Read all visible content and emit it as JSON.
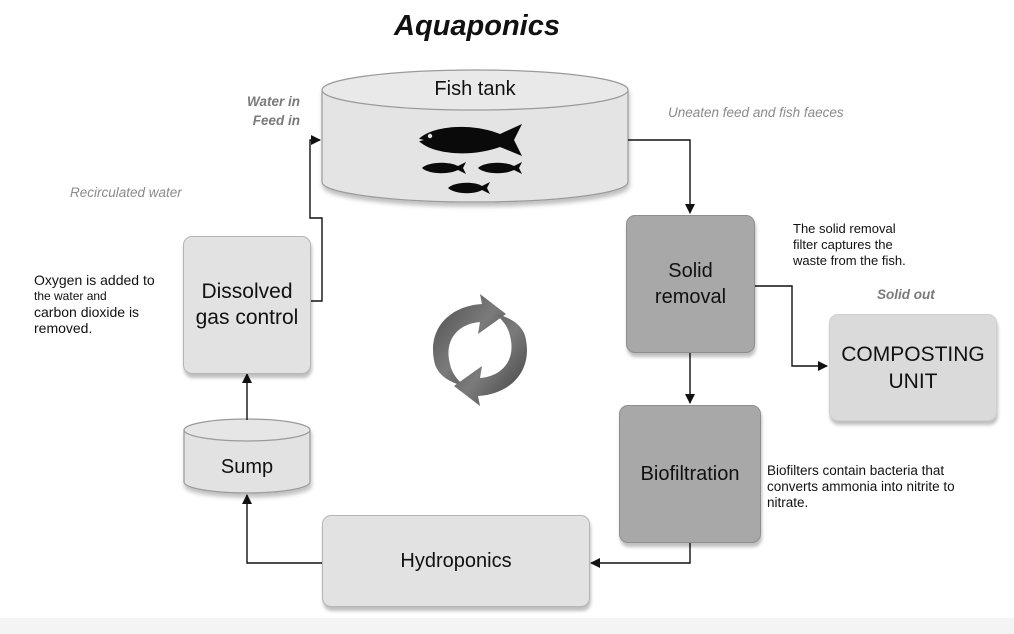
{
  "title": "Aquaponics",
  "colors": {
    "light_box": "#e2e2e2",
    "dark_box": "#a8a8a8",
    "compost_box": "#dadada",
    "annotation_grey": "#8a8a8a",
    "line": "#111111"
  },
  "nodes": {
    "fish_tank": {
      "label": "Fish tank",
      "shape": "cylinder",
      "icon": "fish-icon"
    },
    "solid_removal": {
      "label_line1": "Solid",
      "label_line2": "removal",
      "shape": "rounded-rect"
    },
    "biofiltration": {
      "label": "Biofiltration",
      "shape": "rounded-rect"
    },
    "hydroponics": {
      "label": "Hydroponics",
      "shape": "rounded-rect"
    },
    "sump": {
      "label": "Sump",
      "shape": "cylinder"
    },
    "dissolved_gas_control": {
      "label_line1": "Dissolved",
      "label_line2": "gas control",
      "shape": "rounded-rect"
    },
    "composting_unit": {
      "label_line1": "COMPOSTING",
      "label_line2": "UNIT",
      "shape": "rounded-rect"
    }
  },
  "annotations": {
    "water_in": "Water in",
    "feed_in": "Feed in",
    "uneaten_feed": "Uneaten feed and fish faeces",
    "recirculated_water": "Recirculated water",
    "solid_out": "Solid out"
  },
  "notes": {
    "solid_removal": [
      "The solid removal",
      "filter captures the",
      "waste from the fish."
    ],
    "dissolved_gas": [
      "Oxygen is added to",
      "the water and",
      "carbon dioxide is",
      "removed."
    ],
    "biofiltration": [
      "Biofilters contain bacteria that",
      "converts ammonia into nitrite to",
      "nitrate."
    ]
  },
  "edges": [
    {
      "from": "Fish tank",
      "to": "Solid removal"
    },
    {
      "from": "Solid removal",
      "to": "Biofiltration"
    },
    {
      "from": "Solid removal",
      "to": "COMPOSTING UNIT"
    },
    {
      "from": "Biofiltration",
      "to": "Hydroponics"
    },
    {
      "from": "Hydroponics",
      "to": "Sump"
    },
    {
      "from": "Sump",
      "to": "Dissolved gas control"
    },
    {
      "from": "Dissolved gas control",
      "to": "Fish tank"
    }
  ],
  "center_icon": "recycle-arrows-icon"
}
